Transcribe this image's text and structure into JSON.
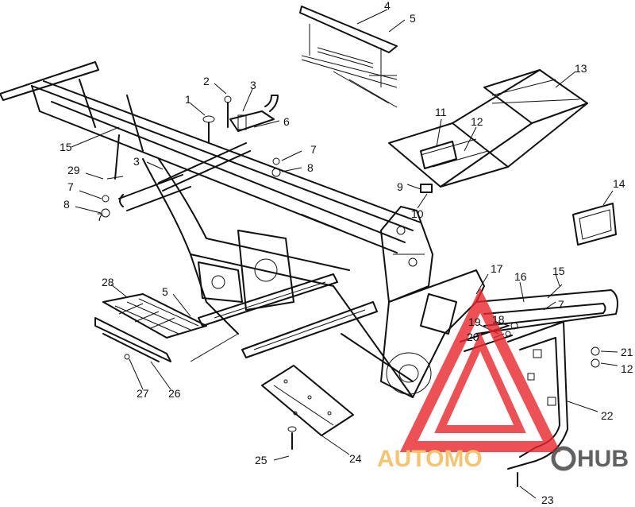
{
  "diagram": {
    "callouts": [
      "1",
      "2",
      "3",
      "3",
      "4",
      "5",
      "5",
      "6",
      "7",
      "7",
      "7",
      "7",
      "8",
      "8",
      "9",
      "10",
      "11",
      "12",
      "12",
      "13",
      "14",
      "15",
      "15",
      "16",
      "17",
      "18",
      "19",
      "20",
      "21",
      "22",
      "23",
      "24",
      "25",
      "26",
      "27",
      "28",
      "29"
    ]
  },
  "watermark": {
    "text_part1": "AUTOMO",
    "text_part2": "HUB",
    "accent_color": "#e8262b",
    "secondary_color": "#f2b64f",
    "dark_color": "#3a3a3a"
  },
  "colors": {
    "line": "#111111",
    "background": "#ffffff"
  }
}
